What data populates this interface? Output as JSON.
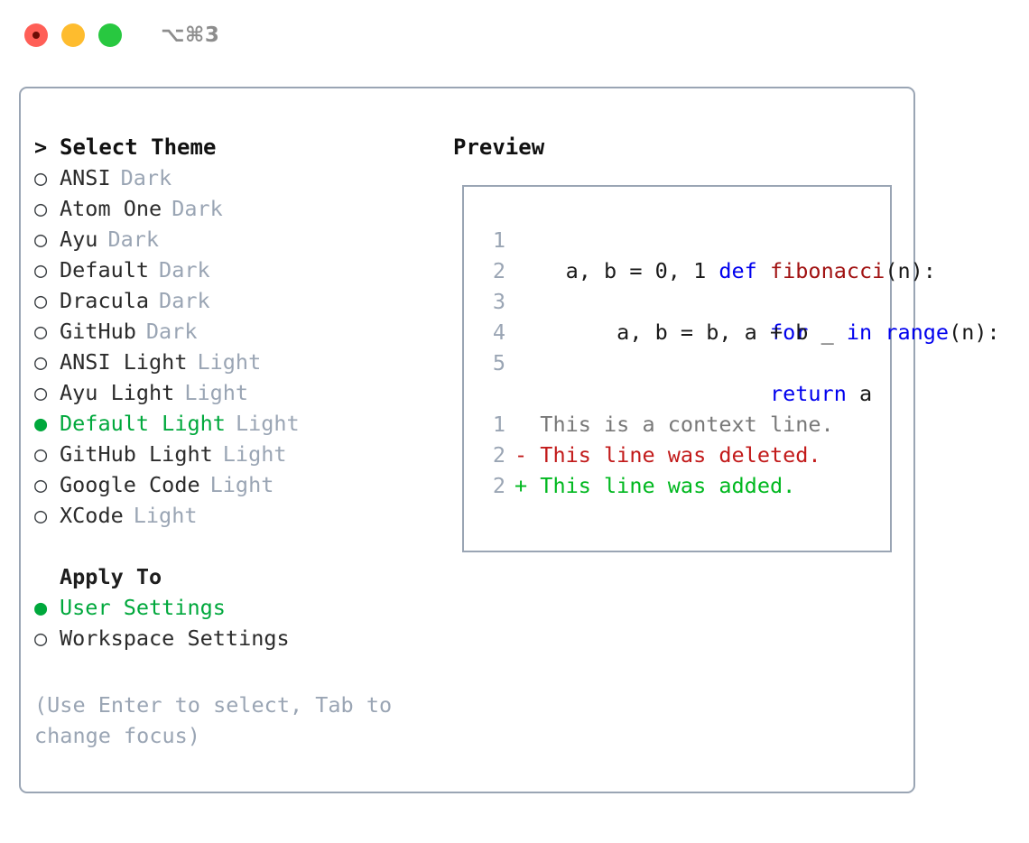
{
  "titlebar": {
    "shortcut": "⌥⌘3",
    "buttons": [
      {
        "name": "close",
        "color": "#FF5F57"
      },
      {
        "name": "minimize",
        "color": "#FEBC2E"
      },
      {
        "name": "maximize",
        "color": "#28C840"
      }
    ]
  },
  "colors": {
    "accent_green": "#00A83C",
    "muted": "#9AA5B4",
    "keyword_blue": "#0000EE",
    "function_red": "#A11212",
    "diff_add": "#00B81F",
    "diff_del": "#C21A1A",
    "border": "#9AA5B4"
  },
  "theme_list": {
    "header": "Select Theme",
    "header_marker": ">",
    "items": [
      {
        "marker": "○",
        "label": "ANSI",
        "badge": "Dark",
        "selected": false
      },
      {
        "marker": "○",
        "label": "Atom One",
        "badge": "Dark",
        "selected": false
      },
      {
        "marker": "○",
        "label": "Ayu",
        "badge": "Dark",
        "selected": false
      },
      {
        "marker": "○",
        "label": "Default",
        "badge": "Dark",
        "selected": false
      },
      {
        "marker": "○",
        "label": "Dracula",
        "badge": "Dark",
        "selected": false
      },
      {
        "marker": "○",
        "label": "GitHub",
        "badge": "Dark",
        "selected": false
      },
      {
        "marker": "○",
        "label": "ANSI Light",
        "badge": "Light",
        "selected": false
      },
      {
        "marker": "○",
        "label": "Ayu Light",
        "badge": "Light",
        "selected": false
      },
      {
        "marker": "●",
        "label": "Default Light",
        "badge": "Light",
        "selected": true
      },
      {
        "marker": "○",
        "label": "GitHub Light",
        "badge": "Light",
        "selected": false
      },
      {
        "marker": "○",
        "label": "Google Code",
        "badge": "Light",
        "selected": false
      },
      {
        "marker": "○",
        "label": "XCode",
        "badge": "Light",
        "selected": false
      }
    ]
  },
  "apply_to": {
    "header": "Apply To",
    "items": [
      {
        "marker": "●",
        "label": "User Settings",
        "selected": true
      },
      {
        "marker": "○",
        "label": "Workspace Settings",
        "selected": false
      }
    ]
  },
  "hint": "(Use Enter to select, Tab to change focus)",
  "preview": {
    "title": "Preview",
    "code_lines": [
      {
        "num": "1",
        "indent": "",
        "tokens": [
          {
            "t": "def",
            "k": "kw"
          },
          {
            "t": " ",
            "k": "plain"
          },
          {
            "t": "fibonacci",
            "k": "fn"
          },
          {
            "t": "(n):",
            "k": "plain"
          }
        ]
      },
      {
        "num": "2",
        "indent": "",
        "tokens": [
          {
            "t": "    a, b = 0, 1",
            "k": "plain"
          }
        ]
      },
      {
        "num": "3",
        "indent": "",
        "tokens": [
          {
            "t": "    ",
            "k": "plain"
          },
          {
            "t": "for",
            "k": "kw"
          },
          {
            "t": " _ ",
            "k": "plain"
          },
          {
            "t": "in",
            "k": "kw"
          },
          {
            "t": " ",
            "k": "plain"
          },
          {
            "t": "range",
            "k": "kw"
          },
          {
            "t": "(n):",
            "k": "plain"
          }
        ]
      },
      {
        "num": "4",
        "indent": "",
        "tokens": [
          {
            "t": "        a, b = b, a + b",
            "k": "plain"
          }
        ]
      },
      {
        "num": "5",
        "indent": "",
        "tokens": [
          {
            "t": "    ",
            "k": "plain"
          },
          {
            "t": "return",
            "k": "kw"
          },
          {
            "t": " a",
            "k": "plain"
          }
        ]
      }
    ],
    "diff_lines": [
      {
        "num": "1",
        "sign": " ",
        "text": "  This is a context line.",
        "kind": "context"
      },
      {
        "num": "2",
        "sign": " ",
        "text": "- This line was deleted.",
        "kind": "del"
      },
      {
        "num": "2",
        "sign": " ",
        "text": "+ This line was added.",
        "kind": "add"
      }
    ]
  }
}
